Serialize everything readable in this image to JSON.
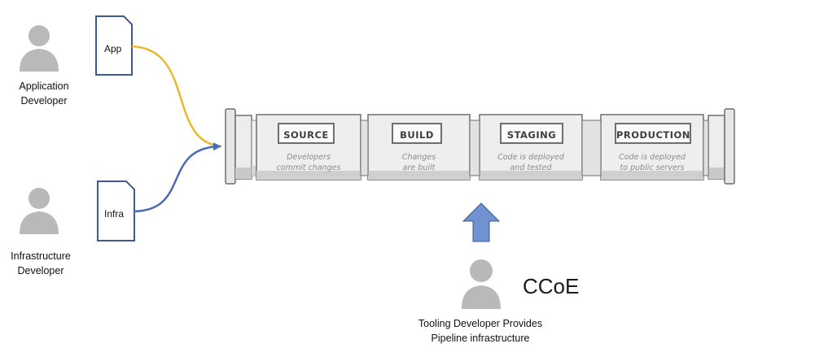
{
  "actors": {
    "app_dev": {
      "line1": "Application",
      "line2": "Developer"
    },
    "infra_dev": {
      "line1": "Infrastructure",
      "line2": "Developer"
    },
    "tooling_dev": {
      "line1": "Tooling Developer Provides",
      "line2": "Pipeline infrastructure"
    }
  },
  "documents": {
    "app": "App",
    "infra": "Infra"
  },
  "ccoe_label": "CCoE",
  "stages": [
    {
      "title": "SOURCE",
      "desc1": "Developers",
      "desc2": "commit changes"
    },
    {
      "title": "BUILD",
      "desc1": "Changes",
      "desc2": "are built"
    },
    {
      "title": "STAGING",
      "desc1": "Code is deployed",
      "desc2": "and tested"
    },
    {
      "title": "PRODUCTION",
      "desc1": "Code is deployed",
      "desc2": "to public servers"
    }
  ],
  "colors": {
    "app_connector": "#e8b930",
    "infra_connector": "#4a6cb5",
    "doc_border": "#3f5a8c",
    "person": "#b9b9b9",
    "up_arrow": "#6f93d0"
  }
}
